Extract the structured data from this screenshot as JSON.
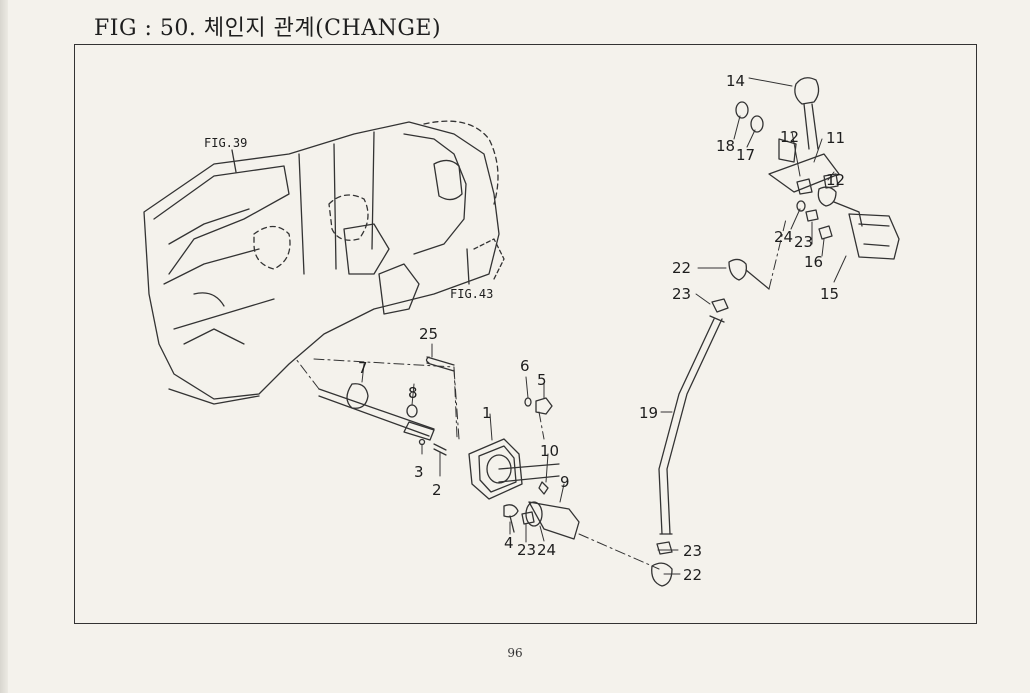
{
  "page": {
    "title": "FIG : 50. 체인지 관계(CHANGE)",
    "page_number": "96"
  },
  "diagram": {
    "figure_refs": {
      "fig39": "FIG.39",
      "fig43": "FIG.43"
    },
    "callouts": {
      "c1": "1",
      "c2": "2",
      "c3": "3",
      "c4": "4",
      "c5": "5",
      "c6": "6",
      "c7": "7",
      "c8": "8",
      "c9": "9",
      "c10": "10",
      "c11": "11",
      "c12a": "12",
      "c12b": "12",
      "c14": "14",
      "c15": "15",
      "c16": "16",
      "c17": "17",
      "c18": "18",
      "c19": "19",
      "c22a": "22",
      "c22b": "22",
      "c23a": "23",
      "c23b": "23",
      "c23c": "23",
      "c23d": "23",
      "c24a": "24",
      "c24b": "24",
      "c25": "25"
    }
  }
}
